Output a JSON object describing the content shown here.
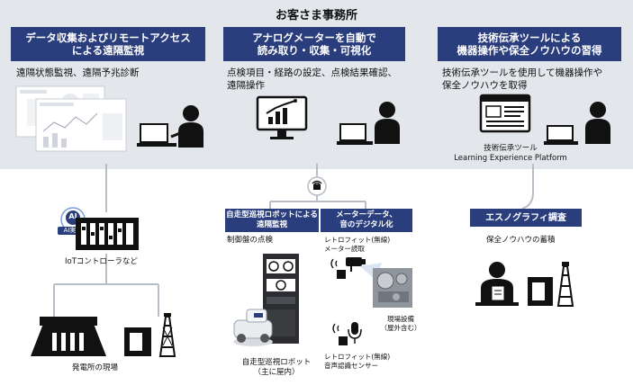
{
  "office": {
    "title": "お客さま事務所",
    "sections": [
      {
        "title_line1": "データ収集およびリモートアクセス",
        "title_line2": "による遠隔監視",
        "desc_line1": "遠隔状態監視、遠隔予兆診断",
        "desc_line2": ""
      },
      {
        "title_line1": "アナログメーターを自動で",
        "title_line2": "読み取り・収集・可視化",
        "desc_line1": "点検項目・経路の設定、点検結果確認、",
        "desc_line2": "遠隔操作"
      },
      {
        "title_line1": "技術伝承ツールによる",
        "title_line2": "機器操作や保全ノウハウの習得",
        "desc_line1": "技術伝承ツールを使用して機器操作や",
        "desc_line2": "保全ノウハウを取得"
      }
    ],
    "tool_caption_line1": "技術伝承ツール",
    "tool_caption_line2": "Learning Experience Platform"
  },
  "site": {
    "ai_badge_top": "AI",
    "ai_badge_bottom": "AI実装",
    "controller_label": "IoTコントローラなど",
    "plant_label": "発電所の現場",
    "robot_header_line1": "自走型巡視ロボットによる",
    "robot_header_line2": "遠隔監視",
    "panel_label": "制御盤の点検",
    "robot_caption_line1": "自走型巡視ロボット",
    "robot_caption_line2": "（主に屋内）",
    "meter_header_line1": "メーターデータ、",
    "meter_header_line2": "音のデジタル化",
    "retrofit_cam_line1": "レトロフィット(無線)",
    "retrofit_cam_line2": "メーター読取",
    "equipment_line1": "現場設備",
    "equipment_line2": "（屋外含む）",
    "retrofit_mic_line1": "レトロフィット(無線)",
    "retrofit_mic_line2": "音声認識センサー",
    "ethno_header": "エスノグラフィ調査",
    "ethno_label": "保全ノウハウの蓄積"
  },
  "colors": {
    "header_bg": "#2a3d7d",
    "band_bg": "#e3e6ea",
    "line": "#b8bec8",
    "icon": "#111111",
    "accent": "#7aa0d8"
  }
}
